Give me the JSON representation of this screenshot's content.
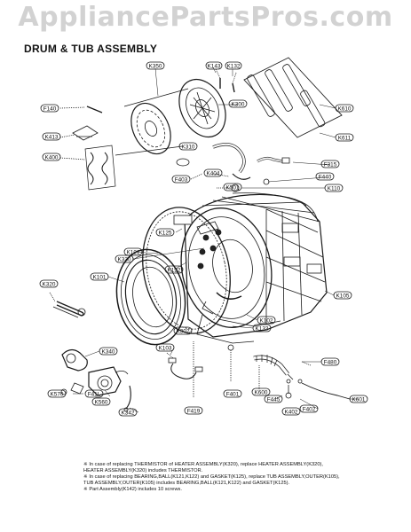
{
  "watermark": "AppliancePartsPros.com",
  "title": "DRUM & TUB ASSEMBLY",
  "tags": {
    "k350": "K350",
    "k143": "K143",
    "k132": "K132",
    "k300": "K300",
    "f140": "F140",
    "k413": "K413",
    "k400": "K400",
    "k310": "K310",
    "k404": "K404",
    "f403": "F403",
    "k610": "K610",
    "k611": "K611",
    "f315": "F315",
    "f440": "F440",
    "k110": "K110",
    "k501": "K501",
    "k125": "K125",
    "k121": "K121",
    "k330": "K330",
    "k122": "K122",
    "k101": "K101",
    "k320": "K320",
    "k105": "K105",
    "k102": "K102",
    "k133": "K133",
    "k302": "K302",
    "k103": "K103",
    "k340": "K340",
    "f480": "F480",
    "k600": "K600",
    "f401": "F401",
    "k570": "K570",
    "f41l": "F41L",
    "k560": "K560",
    "k601": "K601",
    "f445": "F445",
    "f419": "F419",
    "f402": "F402",
    "k342": "K342",
    "k402": "K402"
  },
  "notes": [
    "※ In case of replacing THERMISTOR of HEATER ASSEMBLY(K320), replace HEATER ASSEMBLY(K320),",
    "   HEATER ASSEMBLY(K320) includes THERMISTOR.",
    "※ In case of replacing BEARING,BALL(K121,K122) and GASKET(K125), replace TUB ASSEMBLY,OUTER(K105),",
    "   TUB ASSEMBLY,OUTER(K105) includes BEARING,BALL(K121,K122) and GASKET(K125).",
    "※ Part Assembly(K142) includes 10 screws."
  ]
}
